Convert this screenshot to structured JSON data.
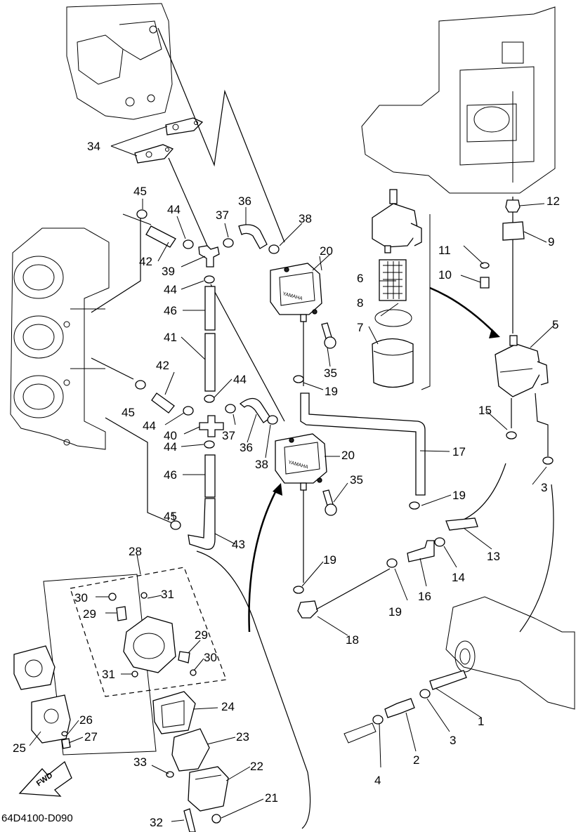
{
  "diagram_code": "64D4100-D090",
  "fwd_label": "FWD",
  "pump_brand": "YAMAHA",
  "callouts": [
    "1",
    "2",
    "3",
    "3",
    "4",
    "5",
    "6",
    "7",
    "8",
    "9",
    "10",
    "11",
    "12",
    "13",
    "14",
    "15",
    "16",
    "17",
    "18",
    "19",
    "19",
    "19",
    "19",
    "20",
    "20",
    "21",
    "22",
    "23",
    "24",
    "25",
    "26",
    "27",
    "28",
    "29",
    "29",
    "30",
    "30",
    "31",
    "31",
    "32",
    "33",
    "34",
    "35",
    "35",
    "36",
    "36",
    "37",
    "37",
    "38",
    "38",
    "39",
    "40",
    "41",
    "42",
    "42",
    "43",
    "44",
    "44",
    "44",
    "44",
    "44",
    "45",
    "45",
    "45",
    "46",
    "46"
  ]
}
